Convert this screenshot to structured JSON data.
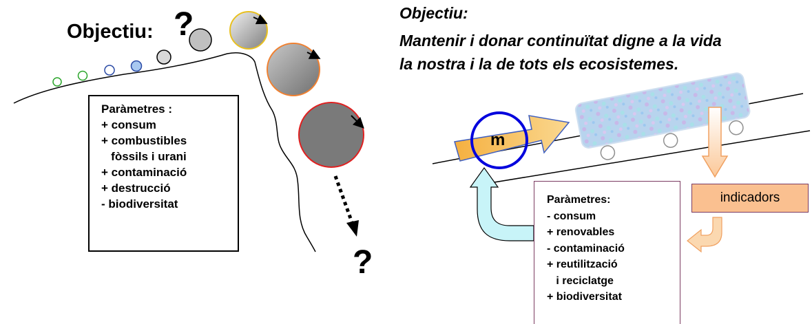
{
  "left": {
    "title": "Objectiu:",
    "question_top": "?",
    "question_bottom": "?",
    "params": [
      "Paràmetres :",
      "+ consum",
      "+ combustibles",
      "   fòssils i urani",
      "+ contaminació",
      "+ destrucció",
      "- biodiversitat"
    ]
  },
  "right": {
    "heading": "Objectiu:",
    "goal_line1": "Mantenir i donar continuïtat digne a la vida",
    "goal_line2": "la nostra i la de tots els ecosistemes.",
    "mass_label": "m",
    "indicators_label": "indicadors",
    "params": [
      "Paràmetres:",
      "- consum",
      "+ renovables",
      "- contaminació",
      "+ reutilització",
      "   i reciclatge",
      "+ biodiversitat"
    ]
  },
  "colors": {
    "orange_arrow": "#f0a030",
    "indicators_fill": "#fac090",
    "curved_arrow": "#c8f4f8",
    "blue_circle": "#0000dd",
    "box_border_right": "#7a3a60",
    "train_fill": "#b8d4ee"
  }
}
